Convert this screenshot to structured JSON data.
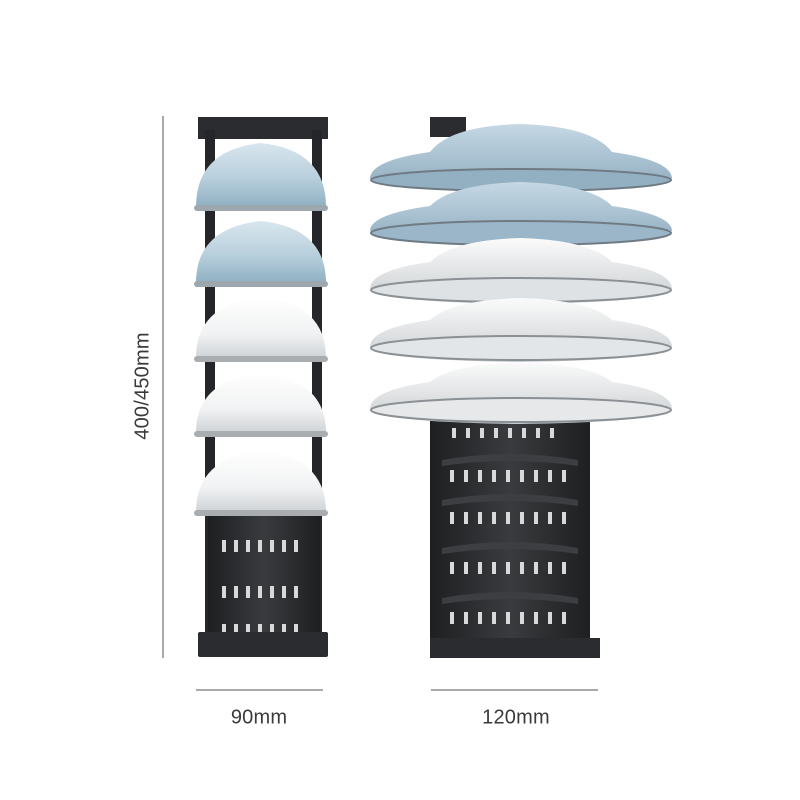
{
  "dimensions": {
    "height": "400/450mm",
    "width_narrow": "90mm",
    "width_wide": "120mm"
  },
  "colors": {
    "rack": "#2b2c2f",
    "rack_dark": "#1b1c1e",
    "bowl_blue": "#bfd3df",
    "bowl_white": "#f3f4f5",
    "plate_blue": "#a9c3d4",
    "plate_white": "#eceef0",
    "dimension_line": "#555555"
  }
}
